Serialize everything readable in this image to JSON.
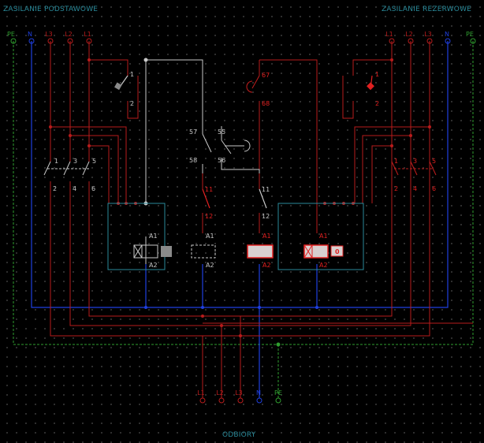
{
  "headers": {
    "primary": "ZASILANIE PODSTAWOWE",
    "backup": "ZASILANIE REZERWOWE",
    "loads": "ODBIORY"
  },
  "terminals": {
    "primary": [
      "PE",
      "N",
      "L3",
      "L2",
      "L1"
    ],
    "backup": [
      "L1",
      "L2",
      "L3",
      "N",
      "PE"
    ],
    "loads": [
      "L1",
      "L2",
      "L3",
      "N",
      "PE"
    ]
  },
  "contacts": {
    "main_left": [
      "1",
      "2",
      "3",
      "4",
      "5",
      "6"
    ],
    "main_right": [
      "1",
      "2",
      "3",
      "4",
      "5",
      "6"
    ],
    "breaker_left": [
      "1",
      "2"
    ],
    "breaker_right": [
      "1",
      "2"
    ],
    "timer": [
      "57",
      "58",
      "55",
      "56"
    ],
    "aux_top": [
      "67",
      "68"
    ],
    "aux_mid": [
      "11",
      "12"
    ],
    "aux_right": [
      "11",
      "12"
    ]
  },
  "coils": {
    "k1": [
      "A1",
      "A2"
    ],
    "k_time": [
      "A1",
      "A2"
    ],
    "k_relay": [
      "A1",
      "A2"
    ],
    "k2": [
      "A1",
      "A2"
    ]
  },
  "k2_state": "0",
  "colors": {
    "phase": "#b81c1c",
    "neutral": "#1f3fe0",
    "pe": "#2f9e2f",
    "control": "#c8c8c8",
    "frame": "#2a8a9a",
    "active": "#e02020"
  }
}
